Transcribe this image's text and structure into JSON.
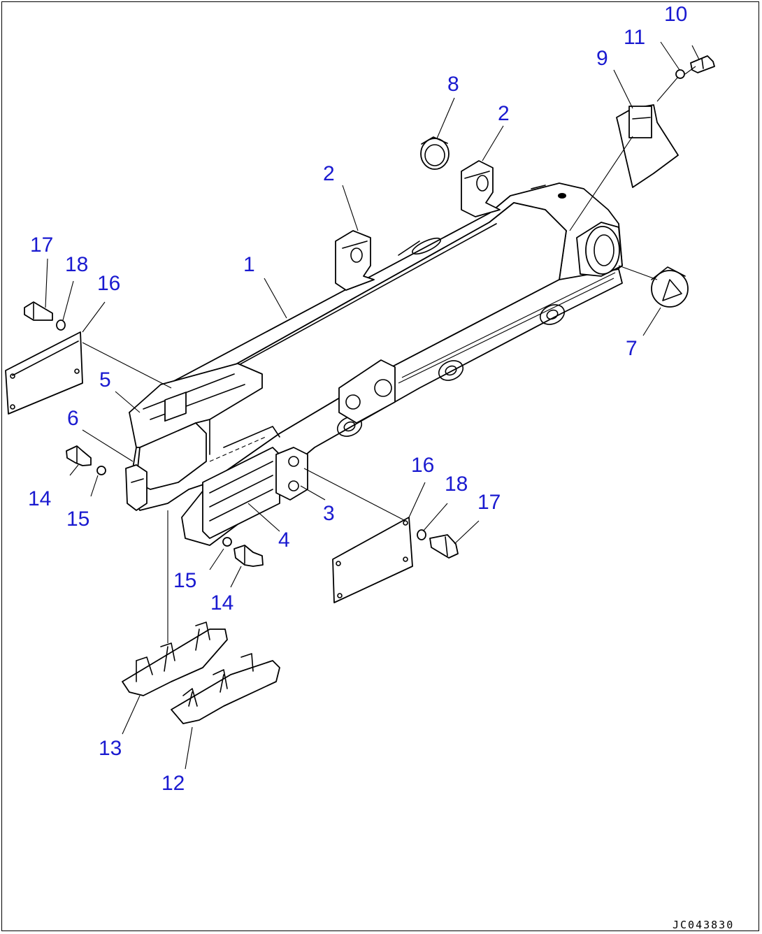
{
  "drawing_code": "JC043830",
  "callouts": [
    {
      "id": "c1",
      "label": "1"
    },
    {
      "id": "c2a",
      "label": "2"
    },
    {
      "id": "c2b",
      "label": "2"
    },
    {
      "id": "c3",
      "label": "3"
    },
    {
      "id": "c4",
      "label": "4"
    },
    {
      "id": "c5",
      "label": "5"
    },
    {
      "id": "c6",
      "label": "6"
    },
    {
      "id": "c7",
      "label": "7"
    },
    {
      "id": "c8",
      "label": "8"
    },
    {
      "id": "c9",
      "label": "9"
    },
    {
      "id": "c10",
      "label": "10"
    },
    {
      "id": "c11",
      "label": "11"
    },
    {
      "id": "c12",
      "label": "12"
    },
    {
      "id": "c13",
      "label": "13"
    },
    {
      "id": "c14a",
      "label": "14"
    },
    {
      "id": "c14b",
      "label": "14"
    },
    {
      "id": "c15a",
      "label": "15"
    },
    {
      "id": "c15b",
      "label": "15"
    },
    {
      "id": "c16a",
      "label": "16"
    },
    {
      "id": "c16b",
      "label": "16"
    },
    {
      "id": "c17a",
      "label": "17"
    },
    {
      "id": "c17b",
      "label": "17"
    },
    {
      "id": "c18a",
      "label": "18"
    },
    {
      "id": "c18b",
      "label": "18"
    }
  ]
}
